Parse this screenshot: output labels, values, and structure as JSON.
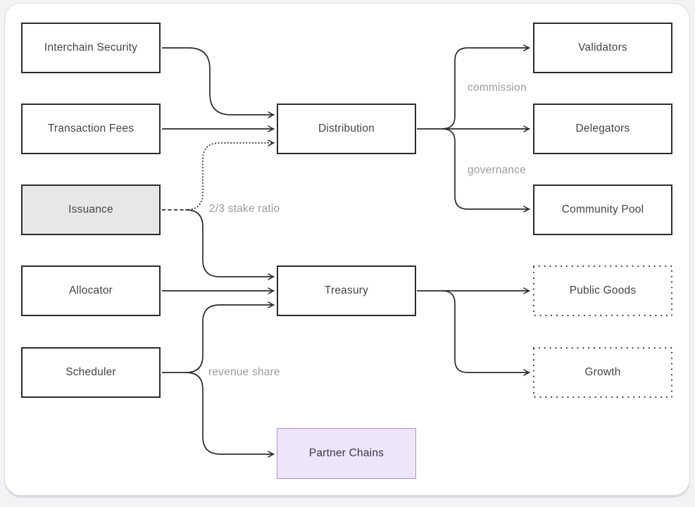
{
  "nodes": {
    "interchain_security": {
      "label": "Interchain Security"
    },
    "transaction_fees": {
      "label": "Transaction Fees"
    },
    "issuance": {
      "label": "Issuance"
    },
    "allocator": {
      "label": "Allocator"
    },
    "scheduler": {
      "label": "Scheduler"
    },
    "distribution": {
      "label": "Distribution"
    },
    "treasury": {
      "label": "Treasury"
    },
    "partner_chains": {
      "label": "Partner Chains"
    },
    "validators": {
      "label": "Validators"
    },
    "delegators": {
      "label": "Delegators"
    },
    "community_pool": {
      "label": "Community Pool"
    },
    "public_goods": {
      "label": "Public Goods"
    },
    "growth": {
      "label": "Growth"
    }
  },
  "edge_labels": {
    "commission": "commission",
    "governance": "governance",
    "stake_ratio": "2/3 stake ratio",
    "revenue_share": "revenue share"
  },
  "edges": [
    {
      "from": "interchain_security",
      "to": "distribution",
      "style": "solid"
    },
    {
      "from": "transaction_fees",
      "to": "distribution",
      "style": "solid"
    },
    {
      "from": "issuance",
      "to": "distribution",
      "style": "dotted",
      "label": "2/3 stake ratio"
    },
    {
      "from": "issuance",
      "to": "treasury",
      "style": "solid"
    },
    {
      "from": "allocator",
      "to": "treasury",
      "style": "solid"
    },
    {
      "from": "scheduler",
      "to": "treasury",
      "style": "solid"
    },
    {
      "from": "scheduler",
      "to": "partner_chains",
      "style": "solid",
      "label": "revenue share"
    },
    {
      "from": "distribution",
      "to": "validators",
      "style": "solid",
      "label": "commission"
    },
    {
      "from": "distribution",
      "to": "delegators",
      "style": "solid"
    },
    {
      "from": "distribution",
      "to": "community_pool",
      "style": "solid",
      "label": "governance"
    },
    {
      "from": "treasury",
      "to": "public_goods",
      "style": "solid"
    },
    {
      "from": "treasury",
      "to": "growth",
      "style": "solid"
    }
  ],
  "colors": {
    "edge": "#2c2c2c",
    "node_border": "#2c2c2c",
    "node_fill": "#ffffff",
    "node_text": "#454545",
    "label_gray": "#9c9c9c",
    "issuance_fill": "#e7e7e7",
    "partner_fill": "#eee5f9",
    "partner_border": "#a98fd2",
    "card_bg": "#ffffff",
    "card_border": "#dcdade",
    "page_bg": "#f3f2f4"
  }
}
